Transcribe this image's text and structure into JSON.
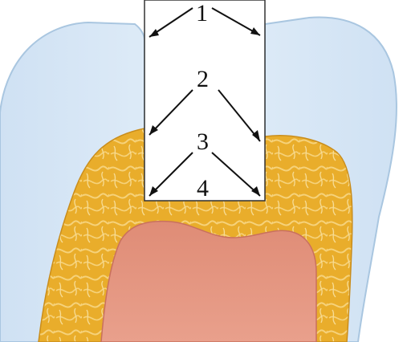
{
  "labels": {
    "one": "1",
    "two": "2",
    "three": "3",
    "four": "4"
  },
  "colors": {
    "enamel": "#d9e8f6",
    "enamel_edge": "#a9c6e0",
    "dentin": "#e9ad2b",
    "dentin_light": "#f6d27a",
    "pulp": "#e4907a",
    "pulp_edge": "#c9705e",
    "cavity": "#ffffff",
    "line": "#111111"
  }
}
